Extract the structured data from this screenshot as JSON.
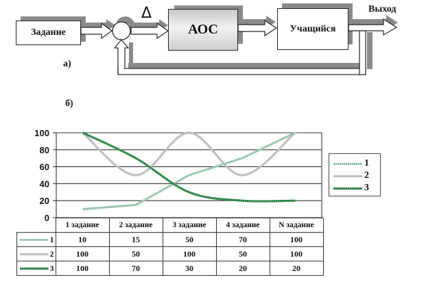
{
  "diagram": {
    "panel_a_label": "а)",
    "panel_b_label": "б)",
    "blocks": {
      "task": "Задание",
      "aos": "АОС",
      "learner": "Учащийся"
    },
    "delta_symbol": "Δ",
    "output_label": "Выход",
    "colors": {
      "shadow": "#8a8a8a",
      "aos_gradient_light": "#f4f4f4",
      "aos_gradient_dark": "#b8b8b8"
    }
  },
  "chart_data": {
    "type": "line",
    "title": "",
    "xlabel": "",
    "ylabel": "",
    "categories": [
      "1 задание",
      "2 задание",
      "3 задание",
      "4 задание",
      "N задание"
    ],
    "ylim": [
      0,
      100
    ],
    "yticks": [
      "0",
      "20",
      "40",
      "60",
      "80",
      "100"
    ],
    "grid": true,
    "legend_position": "right",
    "series": [
      {
        "name": "1",
        "values": [
          10,
          15,
          50,
          70,
          100
        ],
        "color": "#7fb89a",
        "style": "dotted-light-green"
      },
      {
        "name": "2",
        "values": [
          100,
          50,
          100,
          50,
          100
        ],
        "color": "#c0c0c0",
        "style": "solid-gray-smooth"
      },
      {
        "name": "3",
        "values": [
          100,
          70,
          30,
          20,
          20
        ],
        "color": "#1f7a3f",
        "style": "dark-green-smooth"
      }
    ]
  },
  "table": {
    "headers": [
      "1 задание",
      "2 задание",
      "3 задание",
      "4 задание",
      "N задание"
    ],
    "rows": [
      {
        "key": "1",
        "cells": [
          "10",
          "15",
          "50",
          "70",
          "100"
        ]
      },
      {
        "key": "2",
        "cells": [
          "100",
          "50",
          "100",
          "50",
          "100"
        ]
      },
      {
        "key": "3",
        "cells": [
          "100",
          "70",
          "30",
          "20",
          "20"
        ]
      }
    ]
  }
}
